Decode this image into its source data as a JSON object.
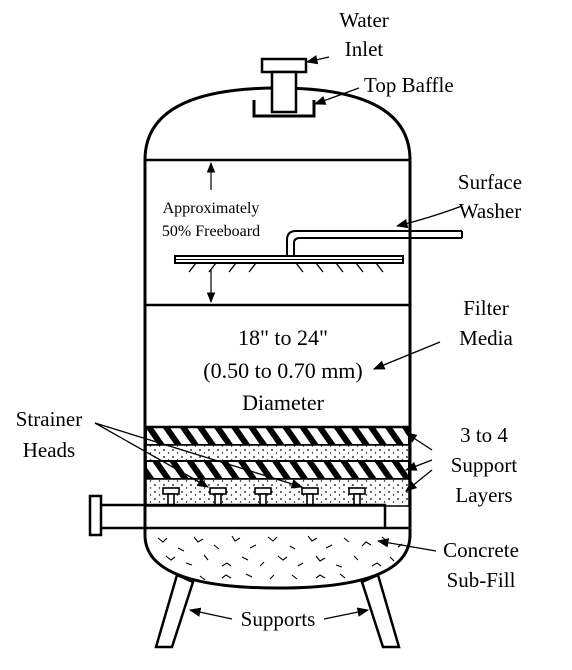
{
  "diagram": {
    "labels": {
      "water_inlet_line1": "Water",
      "water_inlet_line2": "Inlet",
      "top_baffle": "Top Baffle",
      "surface_washer_line1": "Surface",
      "surface_washer_line2": "Washer",
      "freeboard_line1": "Approximately",
      "freeboard_line2": "50% Freeboard",
      "filter_media_line1": "Filter",
      "filter_media_line2": "Media",
      "media_spec_line1": "18\" to 24\"",
      "media_spec_line2": "(0.50 to 0.70 mm)",
      "media_spec_line3": "Diameter",
      "strainer_heads_line1": "Strainer",
      "strainer_heads_line2": "Heads",
      "support_layers_line1": "3 to 4",
      "support_layers_line2": "Support",
      "support_layers_line3": "Layers",
      "concrete_line1": "Concrete",
      "concrete_line2": "Sub-Fill",
      "supports": "Supports"
    }
  }
}
